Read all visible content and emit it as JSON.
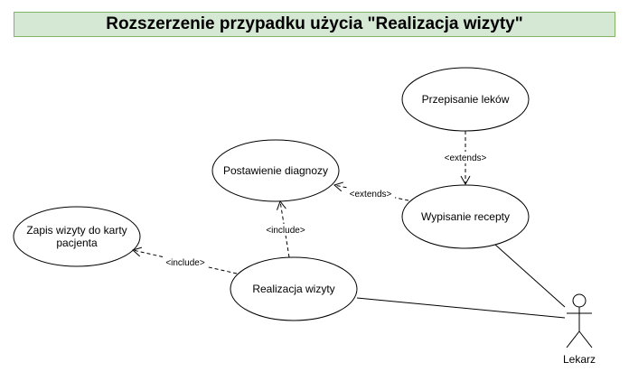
{
  "title": "Rozszerzenie przypadku użycia \"Realizacja wizyty\"",
  "use_cases": {
    "przepisanie": "Przepisanie leków",
    "postawienie": "Postawienie diagnozy",
    "wypisanie": "Wypisanie recepty",
    "zapis_line1": "Zapis wizyty do karty",
    "zapis_line2": "pacjenta",
    "realizacja": "Realizacja wizyty"
  },
  "relations": {
    "extends_top": "<extends>",
    "extends_mid": "<extends>",
    "include_mid": "<include>",
    "include_left": "<include>"
  },
  "actor": {
    "name": "Lekarz"
  },
  "colors": {
    "title_fill": "#d5e8d4",
    "title_border": "#82b366",
    "stroke": "#000000"
  }
}
